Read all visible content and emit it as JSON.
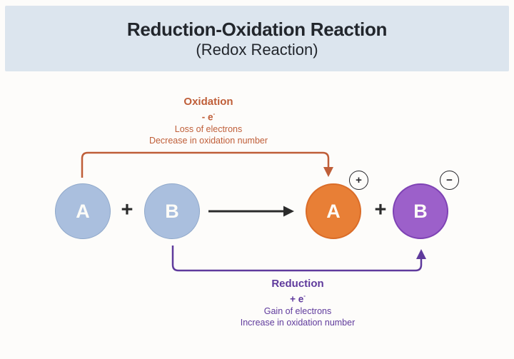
{
  "header": {
    "title": "Reduction-Oxidation Reaction",
    "subtitle": "(Redox Reaction)"
  },
  "oxidation": {
    "title": "Oxidation",
    "electron_base": "- e",
    "electron_sup": "-",
    "line1": "Loss of electrons",
    "line2": "Decrease in oxidation number"
  },
  "reduction": {
    "title": "Reduction",
    "electron_base": "+ e",
    "electron_sup": "-",
    "line1": "Gain of electrons",
    "line2": "Increase in oxidation number"
  },
  "equation": {
    "reactant_a": "A",
    "plus_left": "+",
    "reactant_b": "B",
    "product_a": "A",
    "product_a_charge": "+",
    "plus_right": "+",
    "product_b": "B",
    "product_b_charge": "−"
  },
  "colors": {
    "canvas_bg": "#fdfcfa",
    "header_bg": "#dce5ee",
    "title_text": "#22262c",
    "oxidation_accent": "#bf5e38",
    "reduction_accent": "#5f3a9c",
    "reactant_fill": "#aabfde",
    "reactant_border": "#8ea7c9",
    "oxidized_fill": "#e87f36",
    "oxidized_border": "#da6c28",
    "reduced_fill": "#9c60ca",
    "reduced_border": "#7e42b4",
    "arrow_black": "#2b2b2b"
  }
}
